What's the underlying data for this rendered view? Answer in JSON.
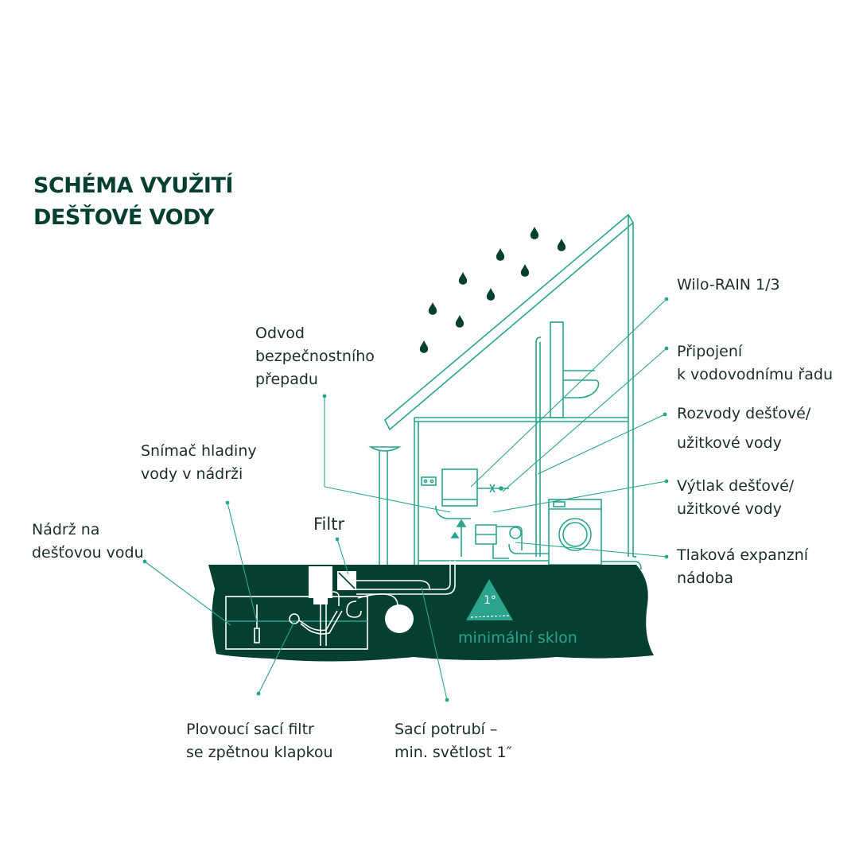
{
  "title": {
    "line1": "SCHÉMA VYUŽITÍ",
    "line2": "DEŠŤOVÉ VODY"
  },
  "labels": {
    "wilo": "Wilo-RAIN 1/3",
    "pripojeni": [
      "Připojení",
      "k vodovodnímu řadu"
    ],
    "rozvody": [
      "Rozvody dešťové/",
      "užitkové vody"
    ],
    "vytlak": [
      "Výtlak dešťové/",
      "užitkové vody"
    ],
    "tlakova": [
      "Tlaková expanzní",
      "nádoba"
    ],
    "odvod": [
      "Odvod",
      "bezpečnostního",
      "přepadu"
    ],
    "snimac": [
      "Snímač hladiny",
      "vody v nádrži"
    ],
    "nadrz": [
      "Nádrž na",
      "dešťovou vodu"
    ],
    "filtr": "Filtr",
    "plovouci": [
      "Plovoucí sací filtr",
      "se zpětnou klapkou"
    ],
    "saci": [
      "Sací potrubí –",
      "min. světlost 1″"
    ],
    "slope": "minimální sklon",
    "degree": "1°"
  },
  "colors": {
    "dark_green": "#043f30",
    "line_green": "#2aa48d",
    "text": "#1c2e28"
  },
  "icons": [
    "raindrop-icon",
    "toilet-icon",
    "washing-machine-icon",
    "faucet-icon",
    "pump-icon",
    "expansion-tank-icon",
    "float-filter-icon",
    "slope-triangle-icon"
  ]
}
